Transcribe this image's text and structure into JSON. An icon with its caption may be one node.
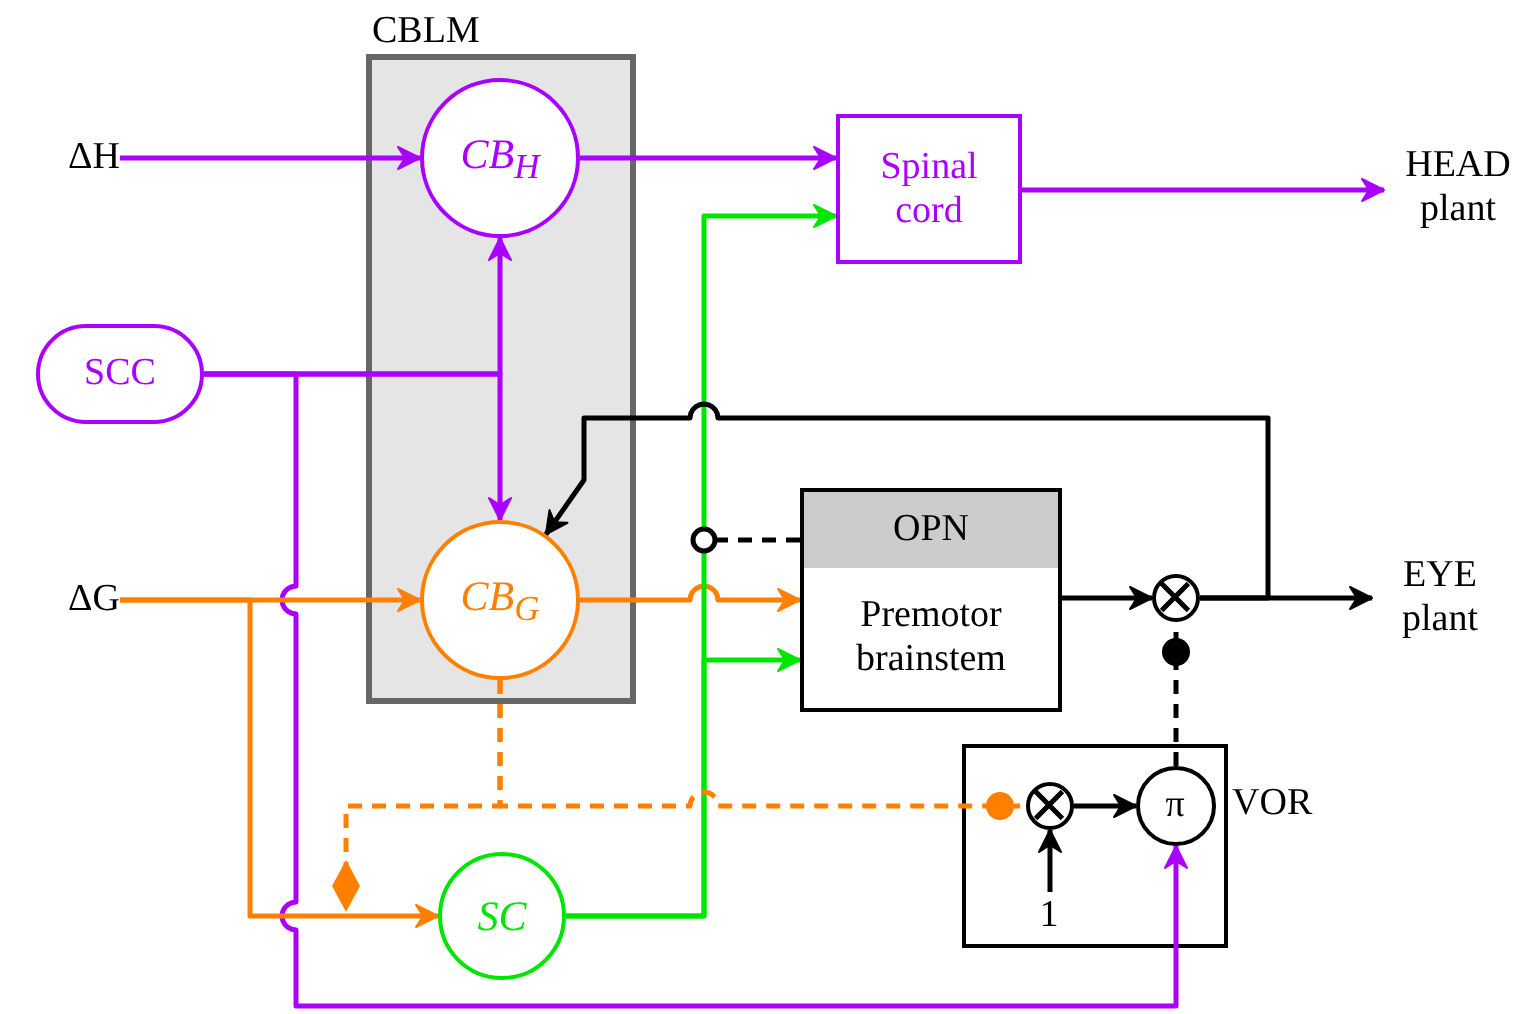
{
  "diagram": {
    "nodes": [
      {
        "text": [
          "CBLM"
        ]
      },
      {
        "text": [
          "CB$_{H}$"
        ],
        "in": 0
      },
      {
        "text": [
          "CB$_{G}$"
        ],
        "in": 0
      },
      {
        "text": [
          "ΔH"
        ]
      },
      {
        "text": [
          "SCC"
        ]
      },
      {
        "text": [
          "ΔG"
        ]
      },
      {
        "text": [
          "Spinal cord"
        ]
      },
      {
        "text": [
          "HEAD plant"
        ]
      },
      {
        "text": [
          "OPN",
          "Premotor brainstem"
        ]
      },
      {
        "text": [],
        "shape": "circle"
      },
      {
        "text": [
          "EYE plant"
        ]
      },
      {
        "text": [
          "SC"
        ]
      },
      {
        "text": [
          "VOR"
        ]
      },
      {
        "text": [],
        "shape": "circle",
        "in": 12
      },
      {
        "text": [
          "π"
        ],
        "in": 12
      },
      {
        "text": [
          "1"
        ],
        "in": 12
      }
    ],
    "edges": [
      {
        "from": 3,
        "to": 1,
        "arrow": "to",
        "color": "#aa00ff"
      },
      {
        "from": 1,
        "to": 6,
        "arrow": "to",
        "color": "#aa00ff"
      },
      {
        "from": 6,
        "to": 7,
        "arrow": "to",
        "color": "#aa00ff"
      },
      {
        "from": 4,
        "to": 1,
        "arrow": "to",
        "color": "#aa00ff"
      },
      {
        "from": 4,
        "to": 2,
        "arrow": "to",
        "color": "#aa00ff"
      },
      {
        "from": 4,
        "to": 14,
        "arrow": "to",
        "color": "#aa00ff"
      },
      {
        "from": 5,
        "to": 2,
        "arrow": "to",
        "color": "#ff8000"
      },
      {
        "from": 5,
        "to": 11,
        "arrow": "to",
        "color": "#ff8000"
      },
      {
        "from": 2,
        "to": 8,
        "arrow": "to",
        "color": "#ff8000"
      },
      {
        "from": 11,
        "to": 6,
        "arrow": "to",
        "color": "#00e600"
      },
      {
        "from": 11,
        "to": 8,
        "arrow": "to",
        "color": "#00e600"
      },
      {
        "from": 8,
        "to": 9,
        "arrow": "to"
      },
      {
        "from": 9,
        "to": 10,
        "arrow": "to"
      },
      {
        "from": 9,
        "to": 2,
        "arrow": "to"
      },
      {
        "from": 14,
        "to": 9,
        "arrow": "other",
        "style": "dashed"
      },
      {
        "from": 13,
        "to": 14,
        "arrow": "to"
      },
      {
        "from": 15,
        "to": 13,
        "arrow": "to"
      },
      {
        "from": 8,
        "to": null,
        "arrow": "other",
        "style": "dashed"
      },
      {
        "from": 2,
        "to": 13,
        "arrow": "other",
        "style": "dashed",
        "color": "#ff8000"
      },
      {
        "from": 2,
        "to": null,
        "arrow": "other",
        "style": "dashed",
        "color": "#ff8000"
      }
    ]
  }
}
